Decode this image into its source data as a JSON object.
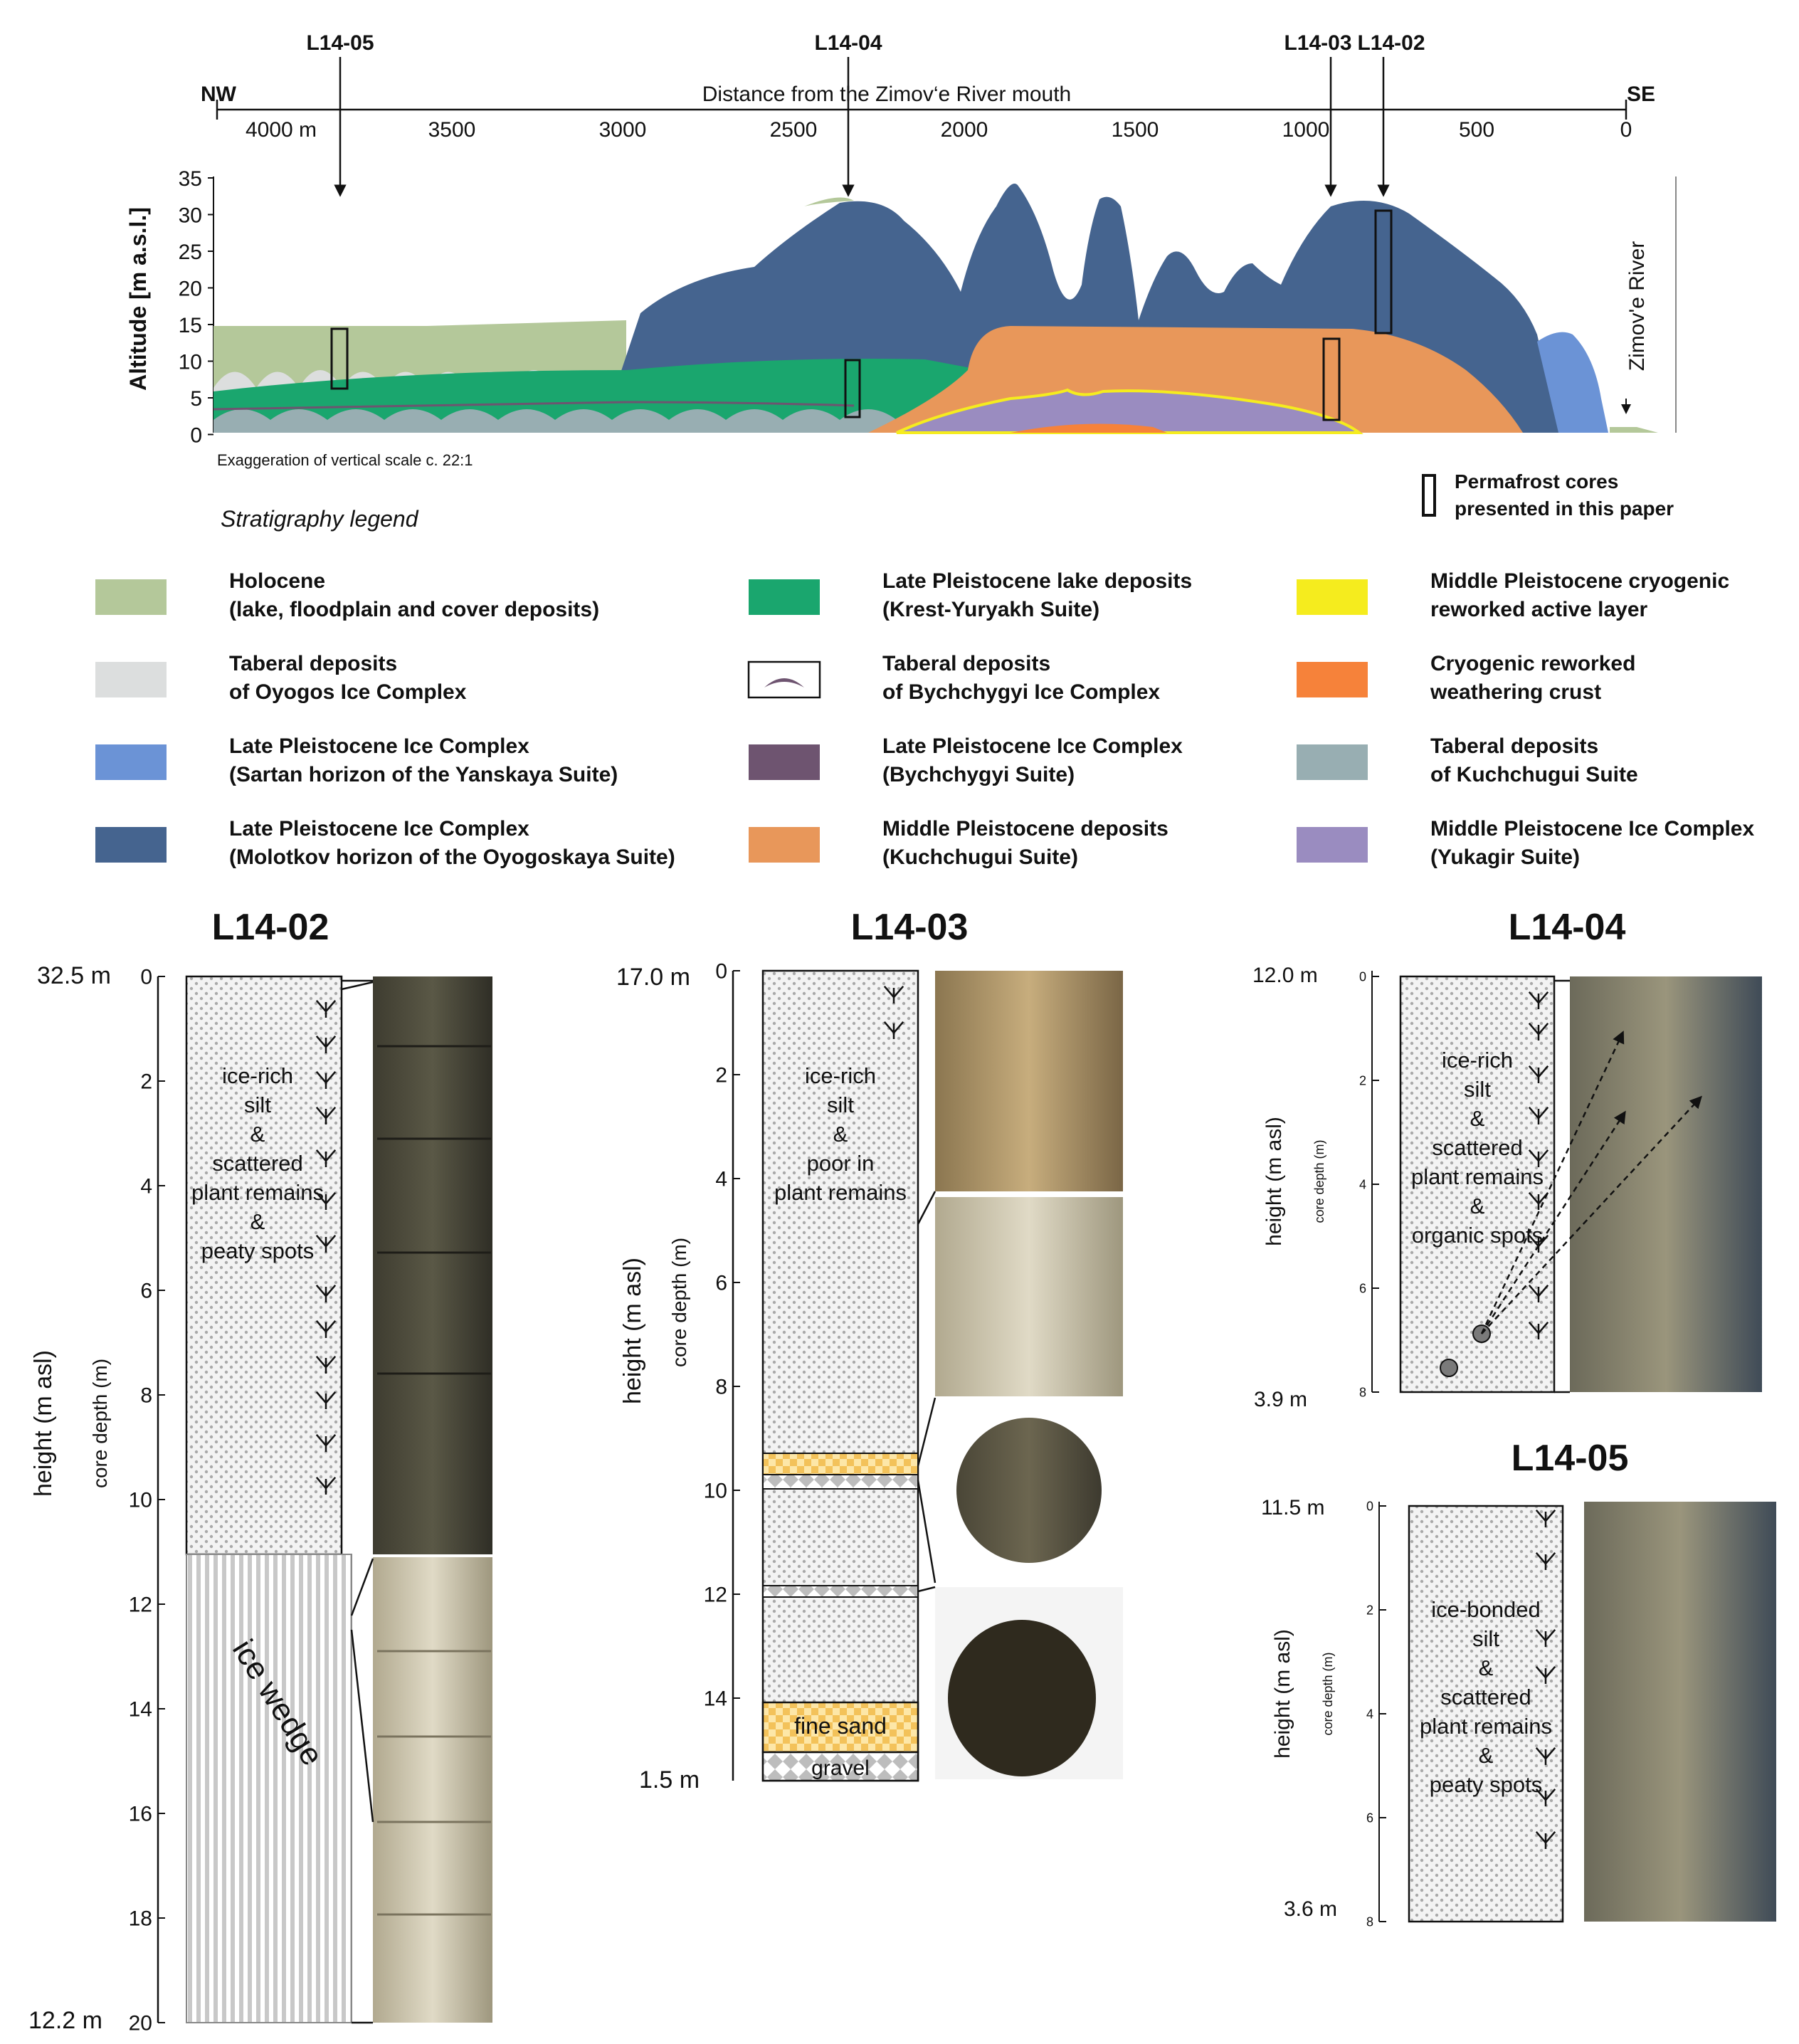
{
  "profile": {
    "direction_left": "NW",
    "direction_right": "SE",
    "distance_title": "Distance from the Zimov‘e River mouth",
    "distance_ticks": [
      "4000 m",
      "3500",
      "3000",
      "2500",
      "2000",
      "1500",
      "1000",
      "500",
      "0"
    ],
    "altitude_label": "Altitude [m a.s.l.]",
    "altitude_ticks": [
      "35",
      "30",
      "25",
      "20",
      "15",
      "10",
      "5",
      "0"
    ],
    "river_label": "Zimov'e River",
    "exaggeration_note": "Exaggeration of vertical scale c. 22:1",
    "core_markers": [
      "L14-05",
      "L14-04",
      "L14-03",
      "L14-02"
    ]
  },
  "legend": {
    "title": "Stratigraphy legend",
    "cores_note_line1": "Permafrost cores",
    "cores_note_line2": "presented in this paper",
    "items": [
      {
        "line1": "Holocene",
        "line2": "(lake, floodplain and cover deposits)",
        "color": "#b4c89a"
      },
      {
        "line1": "Taberal deposits",
        "line2": "of Oyogos Ice Complex",
        "color": "#dcdede"
      },
      {
        "line1": "Late Pleistocene Ice Complex",
        "line2": "(Sartan horizon of the Yanskaya Suite)",
        "color": "#6b93d6"
      },
      {
        "line1": "Late Pleistocene Ice Complex",
        "line2": "(Molotkov horizon of the Oyogoskaya Suite)",
        "color": "#45648f"
      },
      {
        "line1": "Late Pleistocene lake deposits",
        "line2": "(Krest-Yuryakh Suite)",
        "color": "#1aa66e"
      },
      {
        "line1": "Taberal deposits",
        "line2": "of Bychchygyi Ice Complex",
        "color": "#6e5470"
      },
      {
        "line1": "Late Pleistocene Ice Complex",
        "line2": "(Bychchygyi Suite)",
        "color": "#6e5470"
      },
      {
        "line1": "Middle Pleistocene deposits",
        "line2": "(Kuchchugui Suite)",
        "color": "#e8975a"
      },
      {
        "line1": "Middle Pleistocene cryogenic",
        "line2": "reworked active layer",
        "color": "#f5ec1e"
      },
      {
        "line1": "Cryogenic reworked",
        "line2": "weathering crust",
        "color": "#f6823a"
      },
      {
        "line1": "Taberal deposits",
        "line2": "of Kuchchugui Suite",
        "color": "#98aeb2"
      },
      {
        "line1": "Middle Pleistocene Ice Complex",
        "line2": "(Yukagir Suite)",
        "color": "#9a8cc0"
      }
    ]
  },
  "cores": {
    "l1402": {
      "name": "L14-02",
      "top": "32.5 m",
      "bottom": "12.2 m",
      "height_label": "height (m asl)",
      "depth_label": "core depth (m)",
      "ticks": [
        "0",
        "2",
        "4",
        "6",
        "8",
        "10",
        "12",
        "14",
        "16",
        "18",
        "20"
      ],
      "desc": [
        "ice-rich",
        "silt",
        "&",
        "scattered",
        "plant remains",
        "&",
        "peaty spots"
      ],
      "ice_label": "ice wedge"
    },
    "l1403": {
      "name": "L14-03",
      "top": "17.0 m",
      "bottom": "1.5 m",
      "height_label": "height (m asl)",
      "depth_label": "core depth (m)",
      "ticks": [
        "0",
        "2",
        "4",
        "6",
        "8",
        "10",
        "12",
        "14"
      ],
      "desc": [
        "ice-rich",
        "silt",
        "&",
        "poor in",
        "plant remains"
      ],
      "sand_label": "fine sand",
      "gravel_label": "gravel"
    },
    "l1404": {
      "name": "L14-04",
      "top": "12.0 m",
      "bottom": "3.9 m",
      "height_label": "height (m asl)",
      "depth_label": "core depth (m)",
      "ticks": [
        "0",
        "2",
        "4",
        "6",
        "8"
      ],
      "desc": [
        "ice-rich",
        "silt",
        "&",
        "scattered",
        "plant remains",
        "&",
        "organic spots"
      ]
    },
    "l1405": {
      "name": "L14-05",
      "top": "11.5 m",
      "bottom": "3.6 m",
      "height_label": "height (m asl)",
      "depth_label": "core depth (m)",
      "ticks": [
        "0",
        "2",
        "4",
        "6",
        "8"
      ],
      "desc": [
        "ice-bonded",
        "silt",
        "&",
        "scattered",
        "plant remains",
        "&",
        "peaty spots"
      ]
    }
  }
}
